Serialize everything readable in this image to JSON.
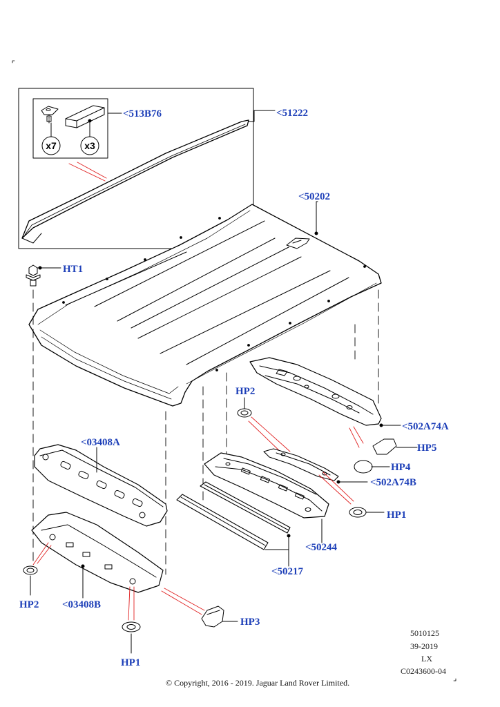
{
  "callouts": {
    "c513b76": "<513B76",
    "c51222": "<51222",
    "c50202": "<50202",
    "ht1": "HT1",
    "hp2_top": "HP2",
    "c502a74a": "<502A74A",
    "hp5": "HP5",
    "hp4": "HP4",
    "c502a74b": "<502A74B",
    "hp1_right": "HP1",
    "c03408a": "<03408A",
    "c50244": "<50244",
    "c50217": "<50217",
    "hp2_left": "HP2",
    "c03408b": "<03408B",
    "hp3": "HP3",
    "hp1_bottom": "HP1"
  },
  "inset": {
    "qty_a": "x7",
    "qty_b": "x3"
  },
  "meta": {
    "line1": "5010125",
    "line2": "39-2019",
    "line3": "LX",
    "line4": "C0243600-04"
  },
  "copyright": "© Copyright, 2016 - 2019. Jaguar Land Rover Limited.",
  "colors": {
    "callout": "#1d3fb8",
    "leader_red": "#e02020",
    "line": "#000000"
  },
  "icons": {
    "panel": "roof-panel",
    "fasteners": "grommet-plugs"
  }
}
